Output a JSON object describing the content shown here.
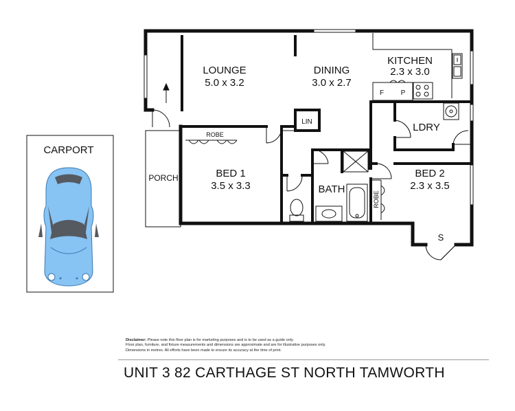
{
  "rooms": {
    "lounge": {
      "name": "LOUNGE",
      "size": "5.0 x 3.2"
    },
    "dining": {
      "name": "DINING",
      "size": "3.0 x 2.7"
    },
    "kitchen": {
      "name": "KITCHEN",
      "size": "2.3 x 3.0"
    },
    "bed1": {
      "name": "BED 1",
      "size": "3.5 x 3.3"
    },
    "bed2": {
      "name": "BED 2",
      "size": "2.3 x 3.5"
    },
    "bath": {
      "name": "BATH"
    },
    "ldry": {
      "name": "LDRY"
    },
    "lin": {
      "name": "LIN"
    },
    "porch": {
      "name": "PORCH"
    },
    "robe1": {
      "name": "ROBE"
    },
    "robe2": {
      "name": "ROBE"
    },
    "store": {
      "name": "S"
    },
    "fridge": {
      "name": "F"
    },
    "pantry": {
      "name": "P"
    },
    "carport": {
      "name": "CARPORT"
    }
  },
  "disclaimer": {
    "heading": "Disclaimer:",
    "line1": "Please note this floor plan is for marketing purposes and is to be used as a guide only.",
    "line2": "Floor plan, furniture, and fixture measurements and dimensions are approximate and are for illustrative purposes only.",
    "line3": "Dimensions in metres. All efforts have been made to ensure its accuracy at the time of print."
  },
  "address": "UNIT 3 82 CARTHAGE ST NORTH TAMWORTH",
  "colors": {
    "wall": "#111111",
    "car_body": "#87c3f3",
    "car_glass": "#555a60"
  }
}
